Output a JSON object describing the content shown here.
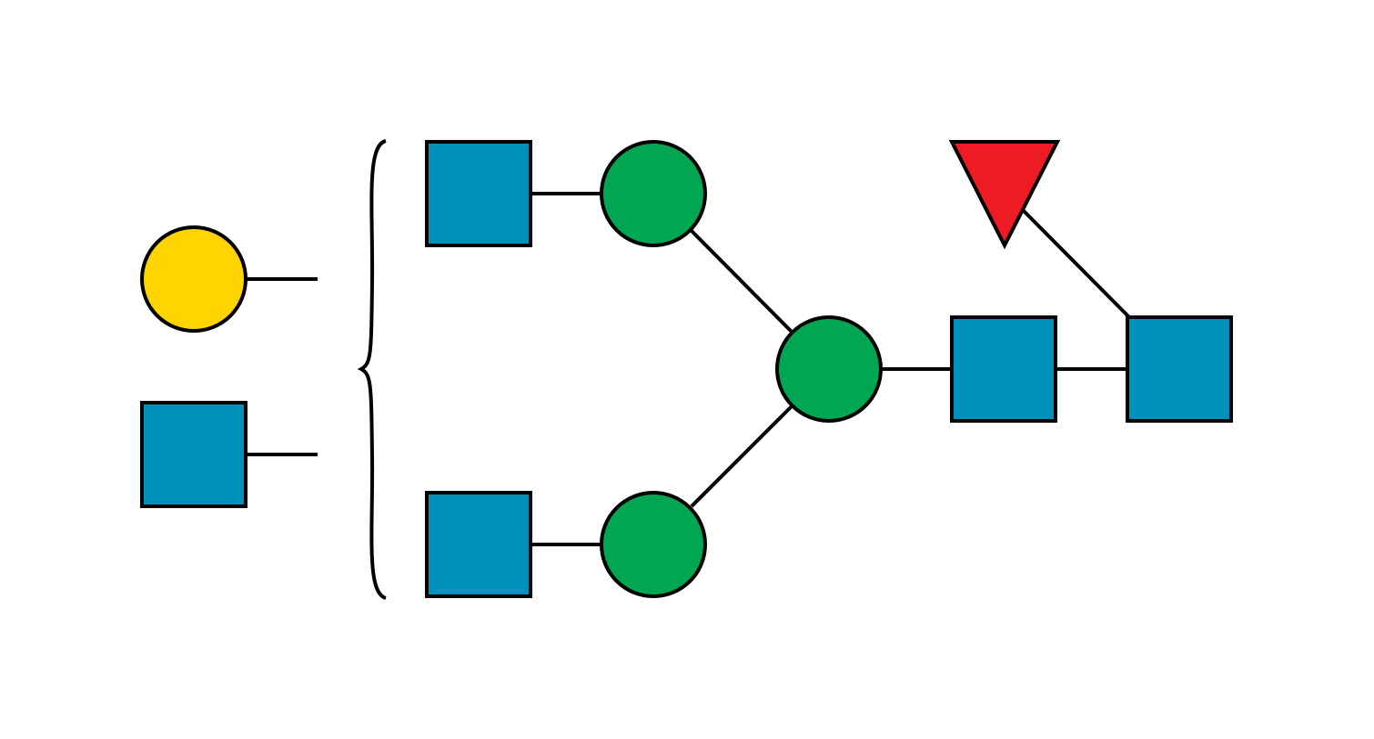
{
  "diagram": {
    "type": "glycan-symbol-nomenclature",
    "colors": {
      "background": "#ffffff",
      "stroke": "#000000",
      "glcnac_blue": "#0090BC",
      "mannose_green": "#00A651",
      "galactose_yellow": "#FFD400",
      "fucose_red": "#ED1C24"
    },
    "antenna_options": [
      {
        "id": "opt-gal",
        "shape": "circle",
        "color": "#FFD400",
        "icon": "yellow-circle-galactose"
      },
      {
        "id": "opt-glcnac",
        "shape": "square",
        "color": "#0090BC",
        "icon": "blue-square-glcnac"
      }
    ],
    "residues": [
      {
        "id": "glcnac-upper-branch",
        "shape": "square",
        "color": "#0090BC"
      },
      {
        "id": "man-upper",
        "shape": "circle",
        "color": "#00A651"
      },
      {
        "id": "glcnac-lower-branch",
        "shape": "square",
        "color": "#0090BC"
      },
      {
        "id": "man-lower",
        "shape": "circle",
        "color": "#00A651"
      },
      {
        "id": "man-core",
        "shape": "circle",
        "color": "#00A651"
      },
      {
        "id": "glcnac-core-2",
        "shape": "square",
        "color": "#0090BC"
      },
      {
        "id": "glcnac-core-1",
        "shape": "square",
        "color": "#0090BC"
      },
      {
        "id": "fucose",
        "shape": "triangle",
        "color": "#ED1C24"
      }
    ],
    "linkages": [
      {
        "from": "glcnac-upper-branch",
        "to": "man-upper"
      },
      {
        "from": "man-upper",
        "to": "man-core"
      },
      {
        "from": "glcnac-lower-branch",
        "to": "man-lower"
      },
      {
        "from": "man-lower",
        "to": "man-core"
      },
      {
        "from": "man-core",
        "to": "glcnac-core-2"
      },
      {
        "from": "glcnac-core-2",
        "to": "glcnac-core-1"
      },
      {
        "from": "fucose",
        "to": "glcnac-core-1"
      }
    ]
  }
}
